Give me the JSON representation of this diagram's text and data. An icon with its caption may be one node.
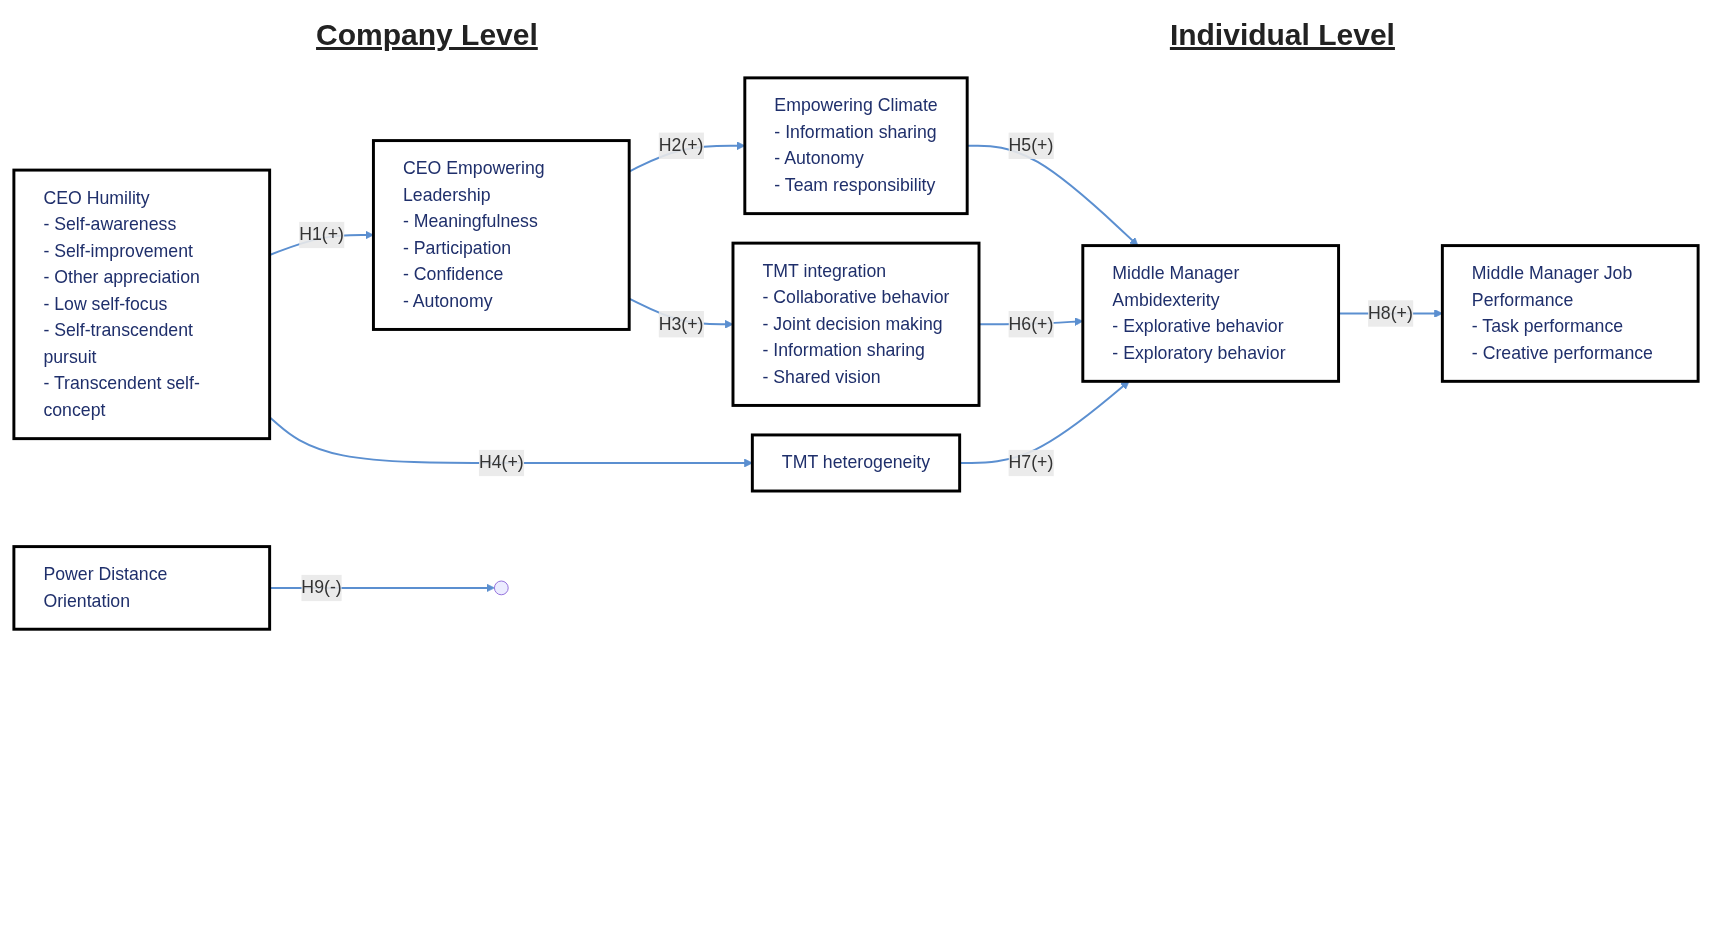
{
  "diagram": {
    "nodes": [
      {
        "text": [
          "CEO Humility",
          "- Self-awareness",
          "- Self-improvement",
          "- Other appreciation",
          "- Low self-focus",
          "- Self-transcendent pursuit",
          "- Transcendent self-concept"
        ]
      },
      {
        "text": [
          "CEO Empowering Leadership",
          "- Meaningfulness",
          "- Participation",
          "- Confidence",
          "- Autonomy"
        ]
      },
      {
        "text": [
          "Empowering Climate",
          "- Information sharing",
          "- Autonomy",
          "- Team responsibility"
        ]
      },
      {
        "text": [
          "TMT integration",
          "- Collaborative behavior",
          "- Joint decision making",
          "- Information sharing",
          "- Shared vision"
        ]
      },
      {
        "text": [
          "TMT heterogeneity"
        ]
      },
      {
        "text": [
          "Power Distance Orientation"
        ]
      },
      {
        "text": [
          "Middle Manager Ambidexterity",
          "- Explorative behavior",
          "- Exploratory behavior"
        ]
      },
      {
        "text": [
          "Middle Manager Job Performance",
          "- Task performance",
          "- Creative performance"
        ]
      }
    ],
    "edges": [
      {
        "from": 0,
        "to": 1,
        "arrow": "to",
        "label": "H1(+)"
      },
      {
        "from": 1,
        "to": 2,
        "arrow": "to",
        "label": "H2(+)"
      },
      {
        "from": 1,
        "to": 3,
        "arrow": "to",
        "label": "H3(+)"
      },
      {
        "from": 0,
        "to": 4,
        "arrow": "to",
        "label": "H4(+)"
      },
      {
        "from": 2,
        "to": 6,
        "arrow": "to",
        "label": "H5(+)"
      },
      {
        "from": 3,
        "to": 6,
        "arrow": "to",
        "label": "H6(+)"
      },
      {
        "from": 4,
        "to": 6,
        "arrow": "to",
        "label": "H7(+)"
      },
      {
        "from": 6,
        "to": 7,
        "arrow": "to",
        "label": "H8(+)"
      },
      {
        "from": 5,
        "to": null,
        "arrow": "to",
        "label": "H9(-)"
      }
    ],
    "labels": [
      "Company Level",
      "Individual Level"
    ]
  }
}
